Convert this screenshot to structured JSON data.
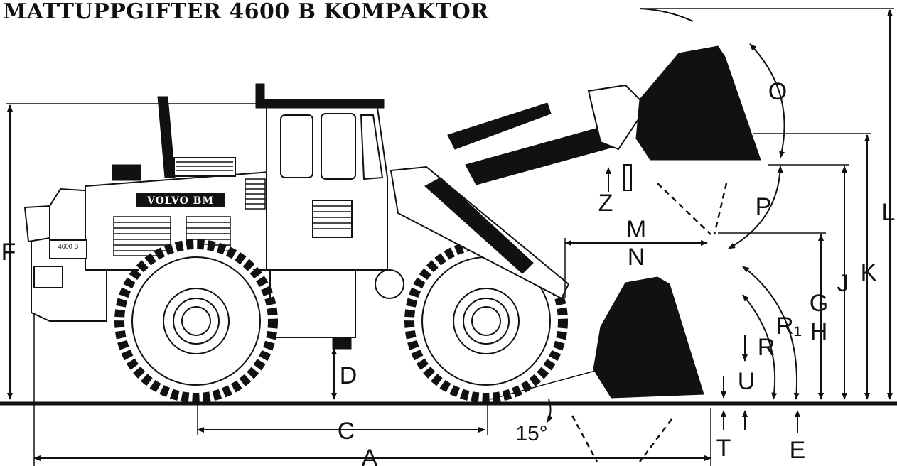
{
  "title": "MATTUPPGIFTER 4600 B KOMPAKTOR",
  "badge": "VOLVO BM",
  "model_plate": "4600 B",
  "angle_label": "15°",
  "dimensions": {
    "A": "A",
    "C": "C",
    "D": "D",
    "E": "E",
    "F": "F",
    "G": "G",
    "H": "H",
    "J": "J",
    "K": "K",
    "L": "L",
    "M": "M",
    "N": "N",
    "O": "O",
    "P": "P",
    "R": "R",
    "R1": "R₁",
    "T": "T",
    "U": "U",
    "Z": "Z"
  }
}
